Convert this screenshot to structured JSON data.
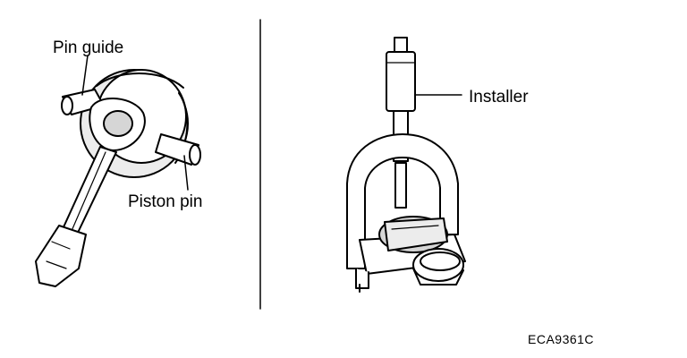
{
  "labels": {
    "pin_guide": "Pin guide",
    "piston_pin": "Piston pin",
    "installer": "Installer"
  },
  "figure_code": "ECA9361C",
  "colors": {
    "ink": "#000000",
    "paper": "#ffffff",
    "shade": "#d6d6d6"
  }
}
